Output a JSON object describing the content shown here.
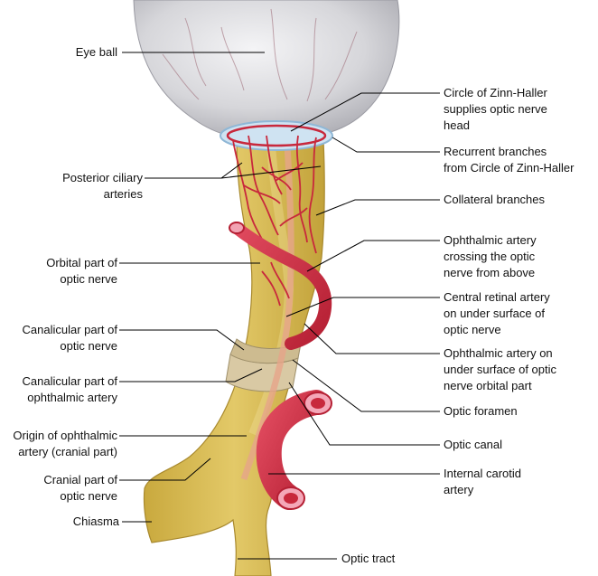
{
  "colors": {
    "nerve": "#d8bd55",
    "nerve_dark": "#b89a35",
    "artery": "#c8283c",
    "artery_light": "#e2546a",
    "globe": "#dcdcdf",
    "sheath": "#d9c9a4",
    "leader": "#000000"
  },
  "labels_left": [
    {
      "lines": [
        "Eye ball"
      ]
    },
    {
      "lines": [
        "Posterior ciliary",
        "arteries"
      ]
    },
    {
      "lines": [
        "Orbital part of",
        "optic nerve"
      ]
    },
    {
      "lines": [
        "Canalicular part of",
        "optic nerve"
      ]
    },
    {
      "lines": [
        "Canalicular part of",
        "ophthalmic artery"
      ]
    },
    {
      "lines": [
        "Origin of ophthalmic",
        "artery (cranial part)"
      ]
    },
    {
      "lines": [
        "Cranial part of",
        "optic nerve"
      ]
    },
    {
      "lines": [
        "Chiasma"
      ]
    }
  ],
  "labels_right": [
    {
      "lines": [
        "Circle of Zinn-Haller",
        "supplies optic nerve",
        "head"
      ]
    },
    {
      "lines": [
        "Recurrent branches",
        "from Circle of Zinn-Haller"
      ]
    },
    {
      "lines": [
        "Collateral branches"
      ]
    },
    {
      "lines": [
        "Ophthalmic artery",
        "crossing the optic",
        "nerve from above"
      ]
    },
    {
      "lines": [
        "Central retinal artery",
        "on under surface of",
        "optic nerve"
      ]
    },
    {
      "lines": [
        "Ophthalmic artery on",
        "under surface of optic",
        "nerve orbital part"
      ]
    },
    {
      "lines": [
        "Optic foramen"
      ]
    },
    {
      "lines": [
        "Optic canal"
      ]
    },
    {
      "lines": [
        "Internal carotid",
        "artery"
      ]
    }
  ],
  "labels_bottom": [
    {
      "lines": [
        "Optic tract"
      ]
    }
  ]
}
